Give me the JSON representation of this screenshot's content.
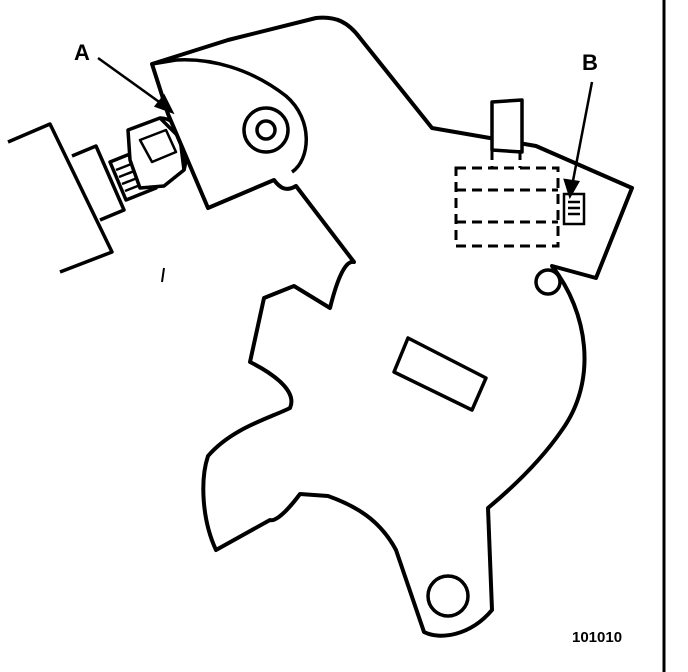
{
  "labels": {
    "a": "A",
    "b": "B",
    "figure_number": "101010"
  }
}
